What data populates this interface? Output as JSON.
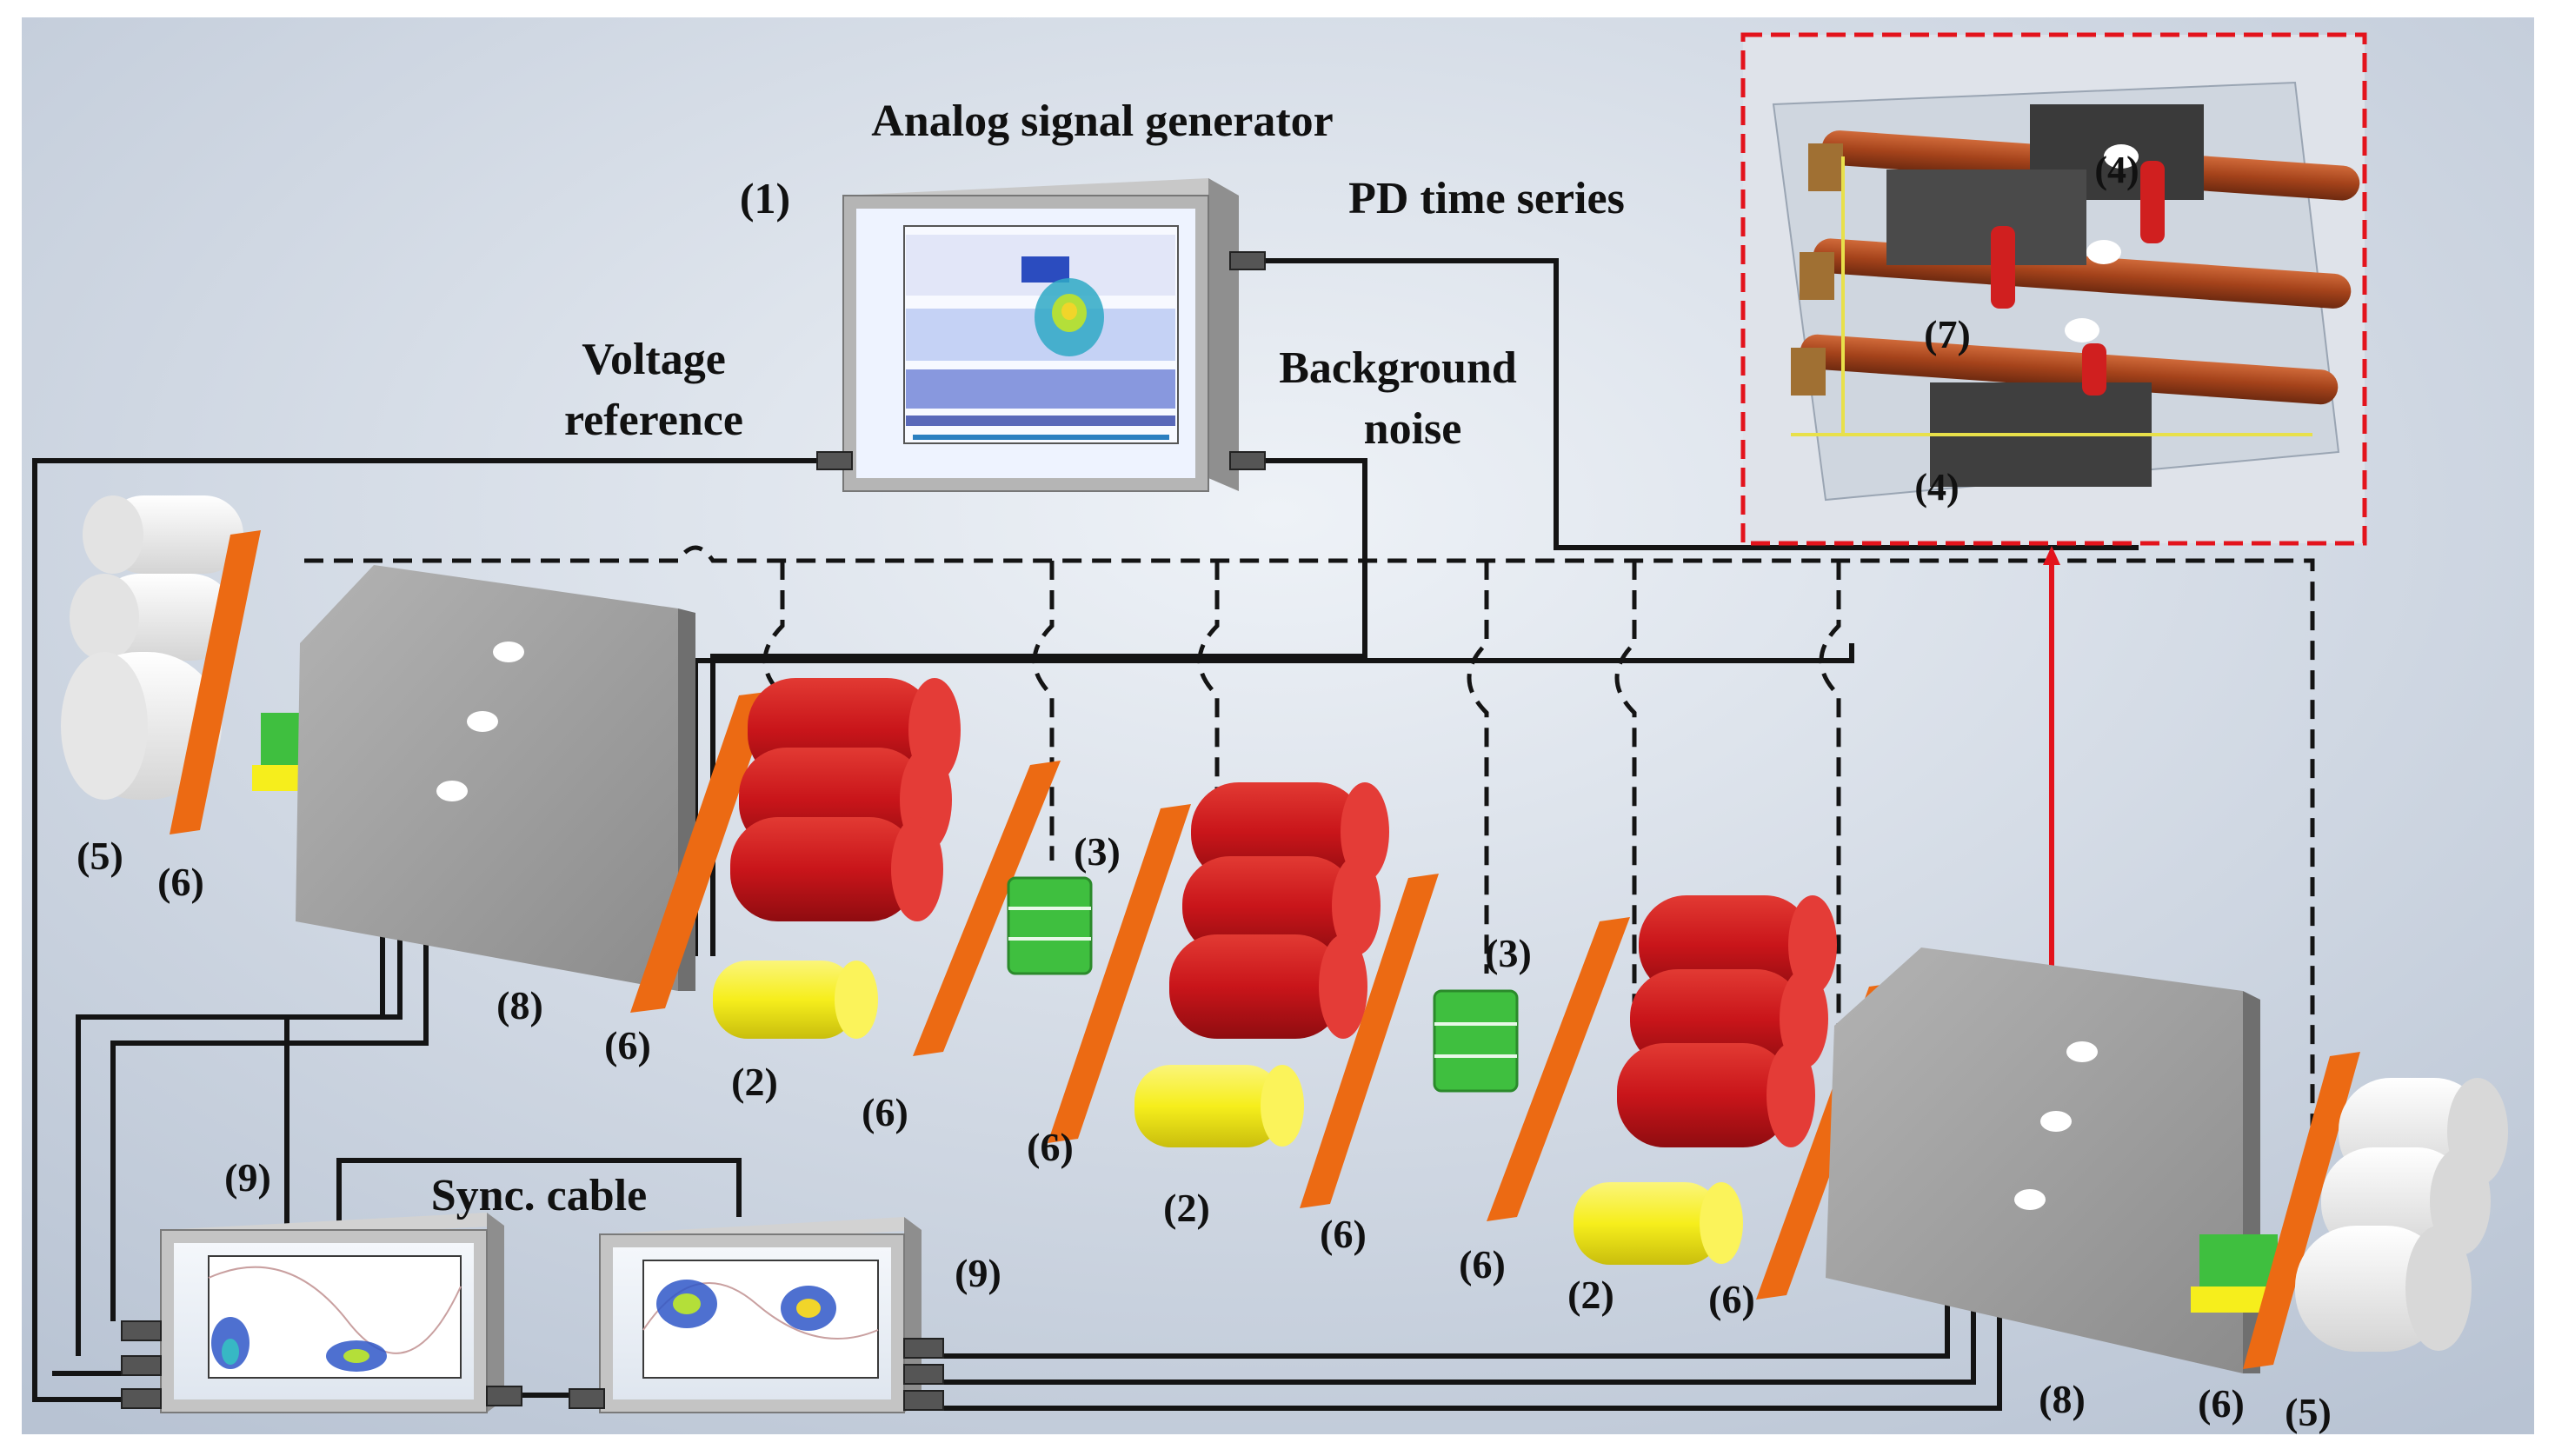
{
  "labels": {
    "generator_title": "Analog signal generator",
    "n1": "(1)",
    "pd_time_series": "PD time series",
    "voltage_ref_line1": "Voltage",
    "voltage_ref_line2": "reference",
    "background_line1": "Background",
    "background_line2": "noise",
    "sync_cable": "Sync. cable",
    "n2": "(2)",
    "n3": "(3)",
    "n4": "(4)",
    "n5": "(5)",
    "n6": "(6)",
    "n7": "(7)",
    "n8": "(8)",
    "n9": "(9)"
  },
  "colors": {
    "background": "#cdd6e2",
    "capacitor": "#c9151a",
    "impedance": "#f6ee1c",
    "coupling": "#3fbf3f",
    "support": "#ec6a13",
    "insulator": "#eeeeee",
    "box": "#9a9a9a",
    "highlight": "#e3131c"
  }
}
